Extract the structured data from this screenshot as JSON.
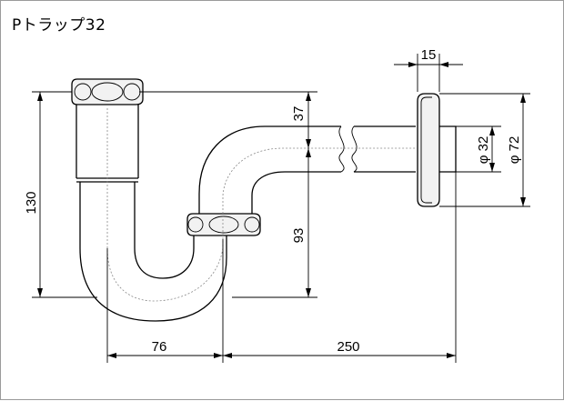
{
  "title": "Pトラップ32",
  "dimensions": {
    "flange_thickness": "15",
    "pipe_height_offset": "37",
    "height": "130",
    "bend_height": "93",
    "inner_diameter": "φ 32",
    "flange_diameter": "φ 72",
    "horizontal_offset": "76",
    "horizontal_length": "250"
  }
}
